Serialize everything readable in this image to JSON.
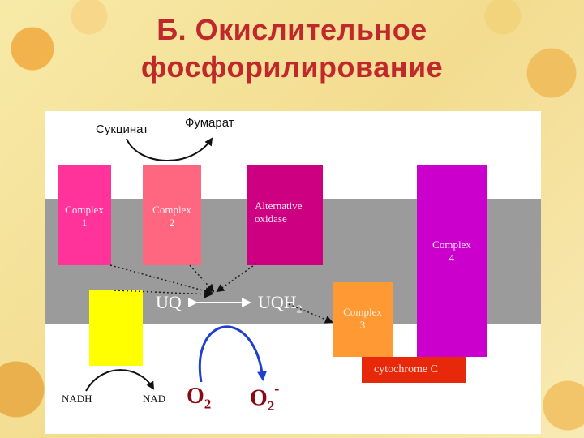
{
  "title": {
    "line1": "Б. Окислительное",
    "line2": "фосфорилирование"
  },
  "labels": {
    "succinate": "Сукцинат",
    "fumarate": "Фумарат",
    "complex1": "Complex\n1",
    "complex2": "Complex\n2",
    "alt_oxidase": "Alternative\noxidase",
    "complex4": "Complex\n4",
    "complex3": "Complex\n3",
    "cytochrome": "cytochrome C",
    "uq": "UQ",
    "uqh_main": "UQH",
    "uqh_sub": "2",
    "nadh": "NADH",
    "nad": "NAD",
    "o2_main": "O",
    "o2_sub": "2",
    "o2r_main": "O",
    "o2r_sub": "2",
    "o2r_sup": "-"
  },
  "colors": {
    "complex1": "#ff3399",
    "complex2": "#ff6680",
    "alt_oxidase": "#cc0080",
    "complex4": "#cc00cc",
    "complex3": "#ff9933",
    "cytochrome": "#e8280a",
    "yellow_box": "#ffff00",
    "membrane": "#9b9b9b",
    "title": "#c0282c",
    "o2_text": "#8b0a12",
    "blue_arrow": "#1f3fd0"
  }
}
